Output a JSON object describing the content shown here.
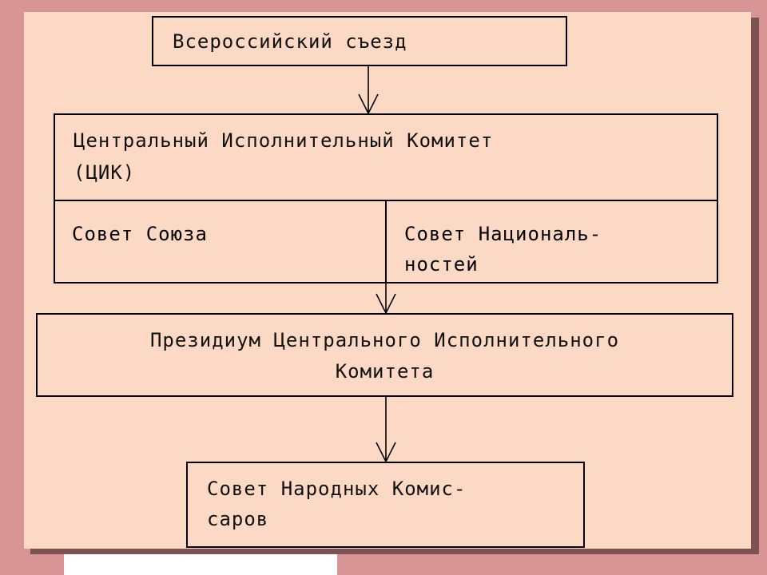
{
  "diagram": {
    "congress": "Всероссийский съезд",
    "cec_line1": "Центральный Исполнительный Комитет",
    "cec_line2": "(ЦИК)",
    "union_council": "Совет Союза",
    "nationalities_line1": "Совет Националь-",
    "nationalities_line2": "ностей",
    "presidium_line1": "Президиум Центрального Исполнительного",
    "presidium_line2": "Комитета",
    "sovnarkom_line1": "Совет Народных Комис-",
    "sovnarkom_line2": "саров"
  }
}
